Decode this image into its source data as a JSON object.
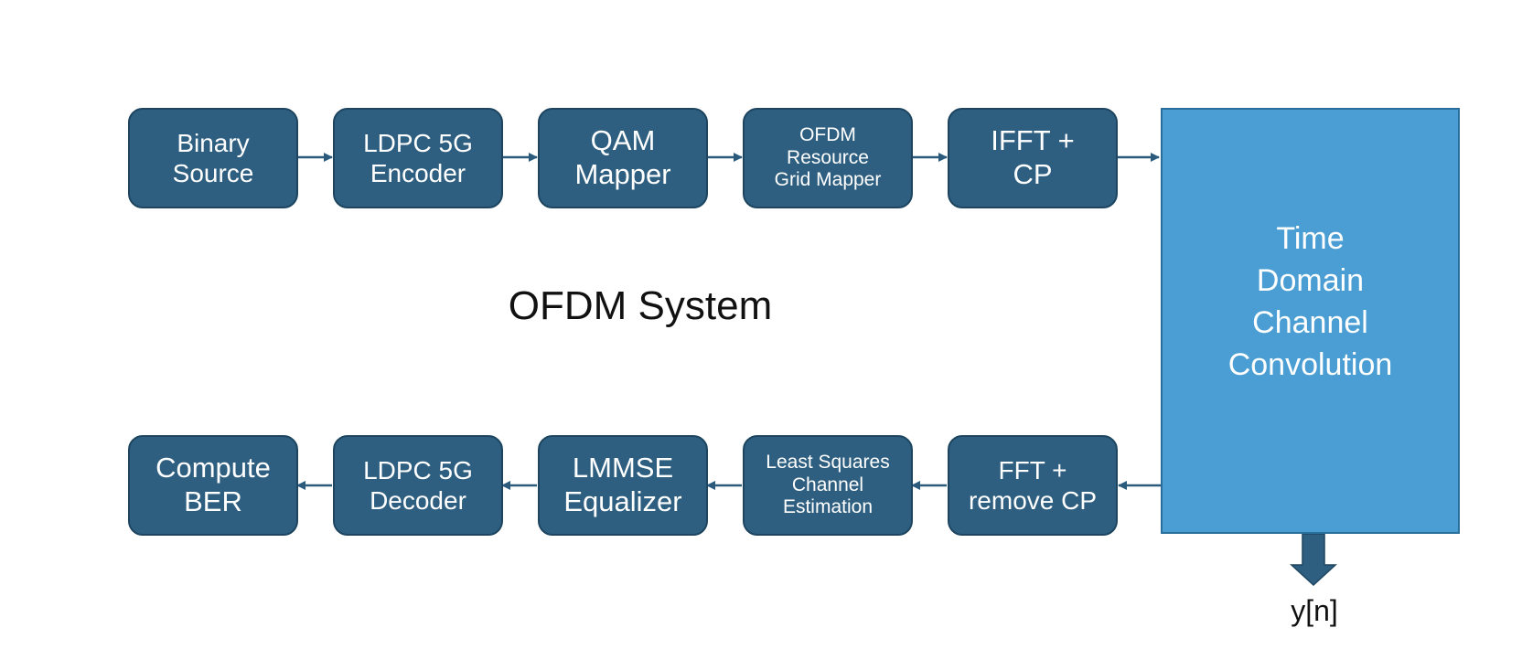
{
  "title": "OFDM System",
  "output_label": "y[n]",
  "colors": {
    "block_fill": "#2e5f80",
    "block_border": "#1d4560",
    "channel_fill": "#4a9ed3",
    "arrow": "#2a5a7c",
    "text": "#ffffff"
  },
  "transmitter": [
    {
      "label": "Binary\nSource"
    },
    {
      "label": "LDPC 5G\nEncoder"
    },
    {
      "label": "QAM\nMapper"
    },
    {
      "label": "OFDM\nResource\nGrid Mapper"
    },
    {
      "label": "IFFT +\nCP"
    }
  ],
  "channel": {
    "label": "Time\nDomain\nChannel\nConvolution"
  },
  "receiver": [
    {
      "label": "FFT +\nremove CP"
    },
    {
      "label": "Least Squares\nChannel\nEstimation"
    },
    {
      "label": "LMMSE\nEqualizer"
    },
    {
      "label": "LDPC 5G\nDecoder"
    },
    {
      "label": "Compute\nBER"
    }
  ]
}
